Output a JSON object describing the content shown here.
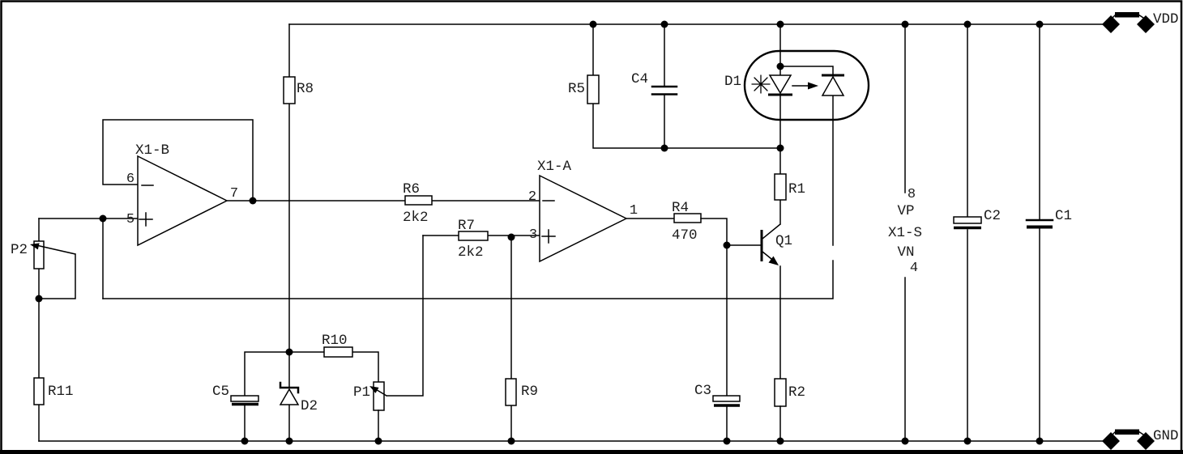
{
  "schematic": {
    "type": "analog laser diode driver circuit",
    "colors": {
      "line": "#000000",
      "text": "#1c1c1c",
      "background": "#ffffff"
    },
    "power_rails": {
      "vdd": "VDD",
      "gnd": "GND"
    },
    "opamp_b": {
      "designator": "X1-B",
      "pin_inverting": "6",
      "pin_noninverting": "5",
      "pin_output": "7"
    },
    "opamp_a": {
      "designator": "X1-A",
      "pin_inverting": "2",
      "pin_noninverting": "3",
      "pin_output": "1"
    },
    "supply_block": {
      "designator": "X1-S",
      "pin_top": "8",
      "vp": "VP",
      "vn": "VN",
      "pin_bottom": "4"
    },
    "resistors": {
      "r1": "R1",
      "r2": "R2",
      "r4": "R4",
      "r4_value": "470",
      "r5": "R5",
      "r6": "R6",
      "r6_value": "2k2",
      "r7": "R7",
      "r7_value": "2k2",
      "r8": "R8",
      "r9": "R9",
      "r10": "R10",
      "r11": "R11"
    },
    "potentiometers": {
      "p1": "P1",
      "p2": "P2"
    },
    "capacitors": {
      "c1": "C1",
      "c2": "C2",
      "c3": "C3",
      "c4": "C4",
      "c5": "C5"
    },
    "diodes": {
      "d1_optocoupler": "D1",
      "d2_zener": "D2"
    },
    "transistors": {
      "q1": "Q1"
    }
  }
}
